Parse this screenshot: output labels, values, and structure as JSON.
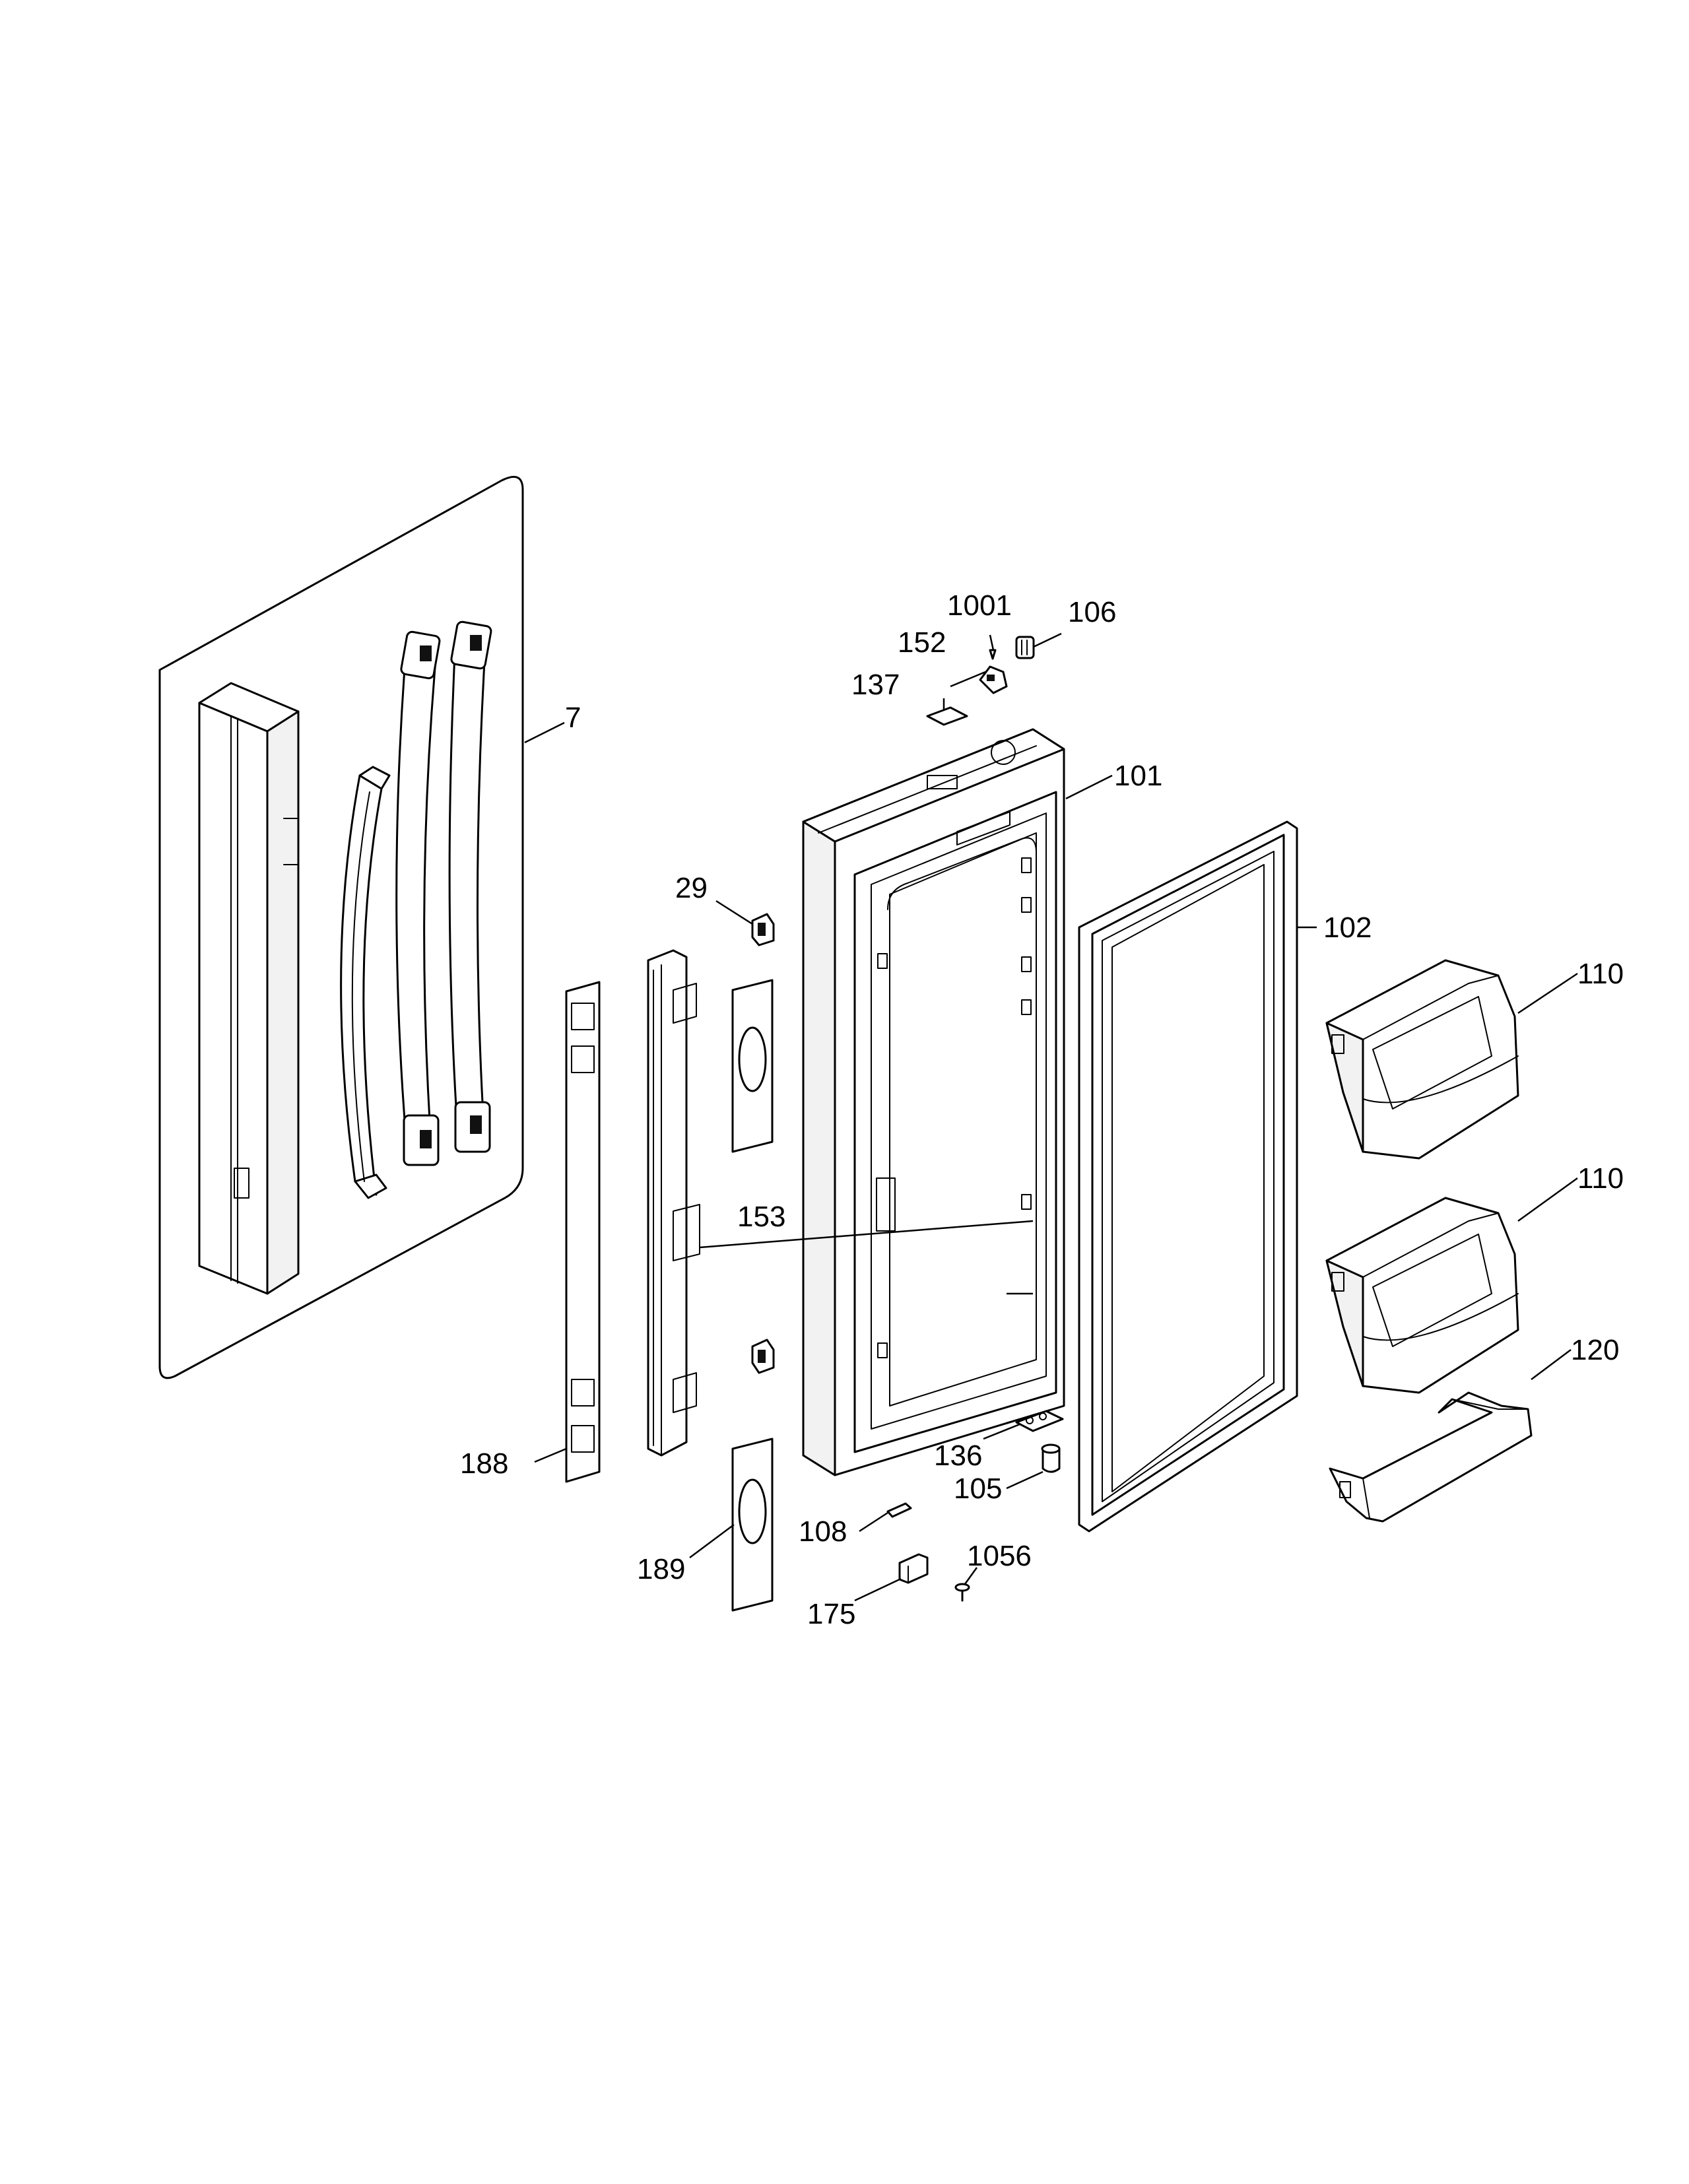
{
  "callouts": {
    "c7": "7",
    "c29": "29",
    "c101": "101",
    "c102": "102",
    "c105": "105",
    "c106": "106",
    "c108": "108",
    "c110a": "110",
    "c110b": "110",
    "c120": "120",
    "c136": "136",
    "c137": "137",
    "c152": "152",
    "c153": "153",
    "c175": "175",
    "c188": "188",
    "c189": "189",
    "c1001": "1001",
    "c1056": "1056"
  }
}
